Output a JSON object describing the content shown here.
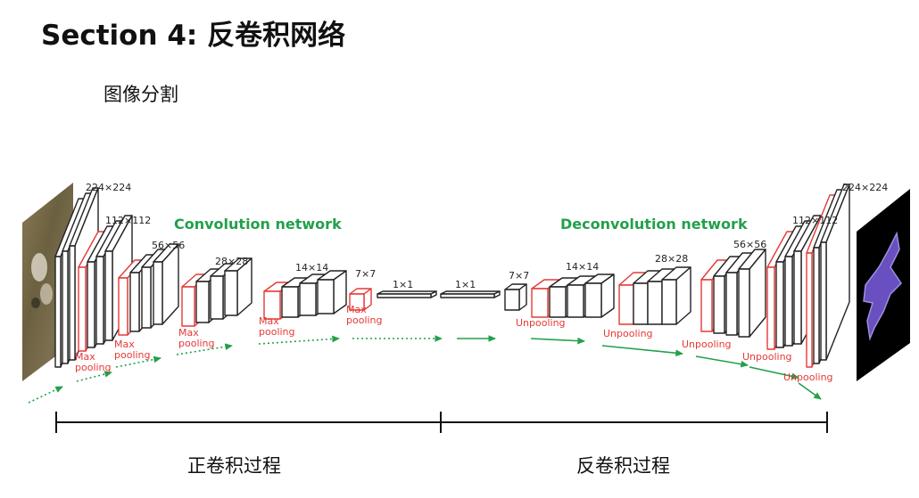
{
  "title": "Section 4:  反卷积网络",
  "subtitle": "图像分割",
  "encoder": {
    "label": "Convolution network",
    "sizes": [
      "224×224",
      "112×112",
      "56×56",
      "28×28",
      "14×14",
      "7×7",
      "1×1"
    ],
    "op": [
      "Max",
      "pooling"
    ]
  },
  "decoder": {
    "label": "Deconvolution network",
    "sizes": [
      "1×1",
      "7×7",
      "14×14",
      "28×28",
      "56×56",
      "112×112",
      "224×224"
    ],
    "op": "Unpooling"
  },
  "process": {
    "forward": "正卷积过程",
    "backward": "反卷积过程"
  },
  "colors": {
    "green": "#22a04b",
    "red": "#e53935",
    "box": "#222222"
  }
}
